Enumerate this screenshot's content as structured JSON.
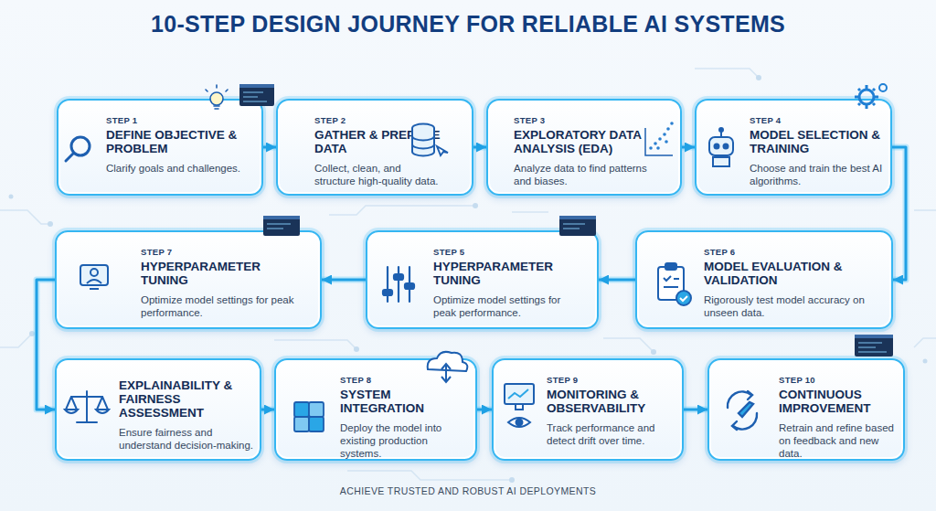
{
  "diagram": {
    "title": "10-STEP DESIGN JOURNEY FOR RELIABLE AI SYSTEMS",
    "caption": "ACHIEVE TRUSTED AND ROBUST AI DEPLOYMENTS",
    "nodes": [
      {
        "text": [
          "STEP 1",
          "DEFINE OBJECTIVE & PROBLEM",
          "Clarify goals and challenges."
        ]
      },
      {
        "text": [
          "STEP 2",
          "GATHER & PREPARE DATA",
          "Collect, clean, and structure high-quality data."
        ]
      },
      {
        "text": [
          "STEP 3",
          "EXPLORATORY DATA ANALYSIS (EDA)",
          "Analyze data to find patterns and biases."
        ]
      },
      {
        "text": [
          "STEP 4",
          "MODEL SELECTION & TRAINING",
          "Choose and train the best AI algorithms."
        ]
      },
      {
        "text": [
          "STEP 7",
          "HYPERPARAMETER TUNING",
          "Optimize model settings for peak performance."
        ]
      },
      {
        "text": [
          "STEP 5",
          "HYPERPARAMETER TUNING",
          "Optimize model settings for peak performance."
        ]
      },
      {
        "text": [
          "STEP 6",
          "MODEL EVALUATION & VALIDATION",
          "Rigorously test model accuracy on unseen data."
        ]
      },
      {
        "text": [
          "EXPLAINABILITY & FAIRNESS ASSESSMENT",
          "Ensure fairness and understand decision-making."
        ]
      },
      {
        "text": [
          "STEP 8",
          "SYSTEM INTEGRATION",
          "Deploy the model into existing production systems."
        ]
      },
      {
        "text": [
          "STEP 9",
          "MONITORING & OBSERVABILITY",
          "Track performance and detect drift over time."
        ]
      },
      {
        "text": [
          "STEP 10",
          "CONTINUOUS IMPROVEMENT",
          "Retrain and refine based on feedback and new data."
        ]
      }
    ],
    "edges": [
      {
        "from": 0,
        "to": 1,
        "arrow": "to"
      },
      {
        "from": 1,
        "to": 2,
        "arrow": "to"
      },
      {
        "from": 2,
        "to": 3,
        "arrow": "to"
      },
      {
        "from": 3,
        "to": 6,
        "arrow": "to"
      },
      {
        "from": 6,
        "to": 5,
        "arrow": "to"
      },
      {
        "from": 5,
        "to": 4,
        "arrow": "to"
      },
      {
        "from": 4,
        "to": 7,
        "arrow": "to"
      },
      {
        "from": 7,
        "to": 8,
        "arrow": "to"
      },
      {
        "from": 8,
        "to": 9,
        "arrow": "to"
      },
      {
        "from": 9,
        "to": 10,
        "arrow": "to"
      }
    ]
  }
}
